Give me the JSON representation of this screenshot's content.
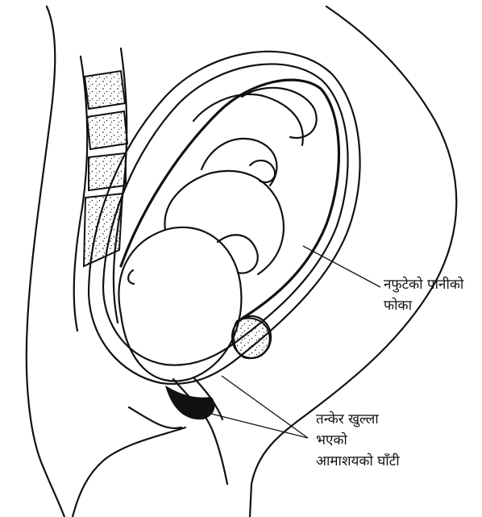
{
  "labels": {
    "amniotic_sac": {
      "line1": "नफुटेको पानीको",
      "line2": "फोका"
    },
    "cervix": {
      "line1": "तन्केर खुल्ला",
      "line2": "भएको",
      "line3": "आमाशयको घाँटी"
    }
  },
  "colors": {
    "ink": "#111111",
    "background": "#ffffff"
  }
}
